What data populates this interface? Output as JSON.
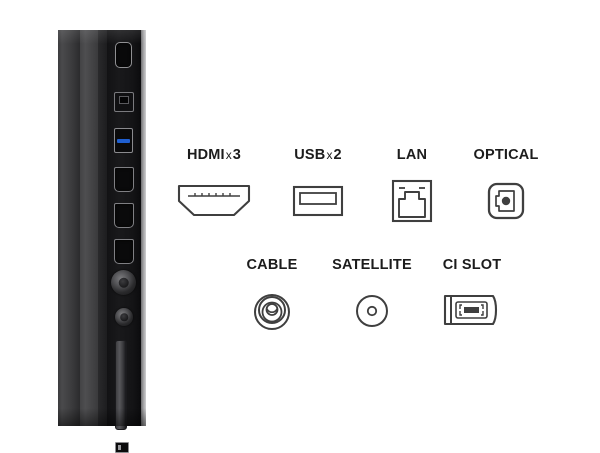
{
  "image": {
    "subject": "tv-side-connection-panel",
    "background_color": "#ffffff",
    "line_color": "#3f3f3f"
  },
  "tv_panel": {
    "name": "TV side connector bay",
    "body_color": "#3f3f41",
    "bay_color": "#131315",
    "rim_color": "#c9c9cb",
    "ports": [
      {
        "id": "port-top-rect",
        "type": "rounded-rect-socket",
        "label": ""
      },
      {
        "id": "port-lan",
        "type": "rj45-lan",
        "label": ""
      },
      {
        "id": "port-usb-blue",
        "type": "usb-3-blue",
        "label": ""
      },
      {
        "id": "port-hdmi-1",
        "type": "hdmi",
        "label": ""
      },
      {
        "id": "port-hdmi-2",
        "type": "hdmi",
        "label": ""
      },
      {
        "id": "port-hdmi-3",
        "type": "hdmi",
        "label": ""
      },
      {
        "id": "port-cable-coax",
        "type": "coax-cable",
        "label": ""
      },
      {
        "id": "port-satellite-f",
        "type": "f-type-satellite",
        "label": ""
      },
      {
        "id": "port-ci-slot",
        "type": "ci-card-slot",
        "label": ""
      },
      {
        "id": "port-service",
        "type": "small-service-port",
        "label": ""
      }
    ]
  },
  "legend": {
    "row_1": [
      {
        "key": "hdmi",
        "label": "HDMI",
        "multiplier": "x",
        "count": "3",
        "icon": "hdmi-port-icon"
      },
      {
        "key": "usb",
        "label": "USB",
        "multiplier": "x",
        "count": "2",
        "icon": "usb-port-icon"
      },
      {
        "key": "lan",
        "label": "LAN",
        "multiplier": "",
        "count": "",
        "icon": "lan-port-icon"
      },
      {
        "key": "optical",
        "label": "OPTICAL",
        "multiplier": "",
        "count": "",
        "icon": "optical-port-icon"
      }
    ],
    "row_2": [
      {
        "key": "cable",
        "label": "CABLE",
        "multiplier": "",
        "count": "",
        "icon": "cable-coax-icon"
      },
      {
        "key": "satellite",
        "label": "SATELLITE",
        "multiplier": "",
        "count": "",
        "icon": "satellite-f-connector-icon"
      },
      {
        "key": "cislot",
        "label": "CI SLOT",
        "multiplier": "",
        "count": "",
        "icon": "ci-slot-icon"
      }
    ]
  }
}
